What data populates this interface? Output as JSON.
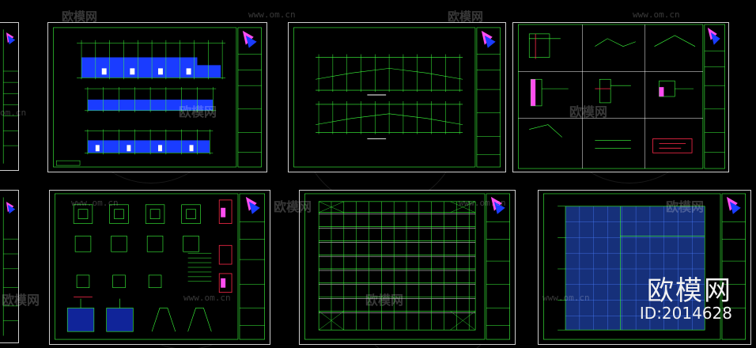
{
  "watermark": {
    "brand": "欧模网",
    "url": "www.om.cn",
    "url_short": "om.cn"
  },
  "overlay": {
    "brand": "欧模网",
    "id_text": "ID:2014628"
  },
  "colors": {
    "background": "#000000",
    "frame": "#cfcfcf",
    "line_green": "#3cff3c",
    "fill_blue": "#1a3cff",
    "accent_red": "#ff2a4a",
    "accent_magenta": "#ff4df0"
  }
}
